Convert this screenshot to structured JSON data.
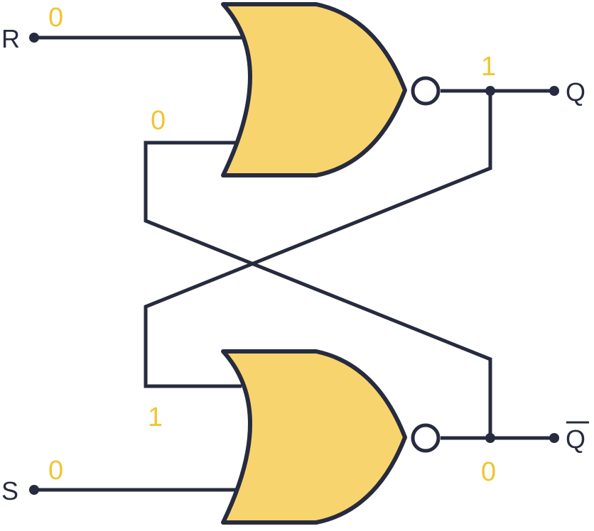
{
  "colors": {
    "wire": "#262b3f",
    "gate_fill": "#f8d46e",
    "logic_value": "#f0c531",
    "background": "#ffffff"
  },
  "gates": [
    {
      "type": "NOR"
    },
    {
      "type": "NOR"
    }
  ],
  "ports": {
    "r_input": "R",
    "s_input": "S",
    "q_output": "Q",
    "q_bar_output": "Q"
  },
  "logic_values": {
    "r_input": "0",
    "top_gate_feedback": "0",
    "q_output": "1",
    "bottom_gate_feedback": "1",
    "s_input": "0",
    "q_bar_output": "0"
  }
}
